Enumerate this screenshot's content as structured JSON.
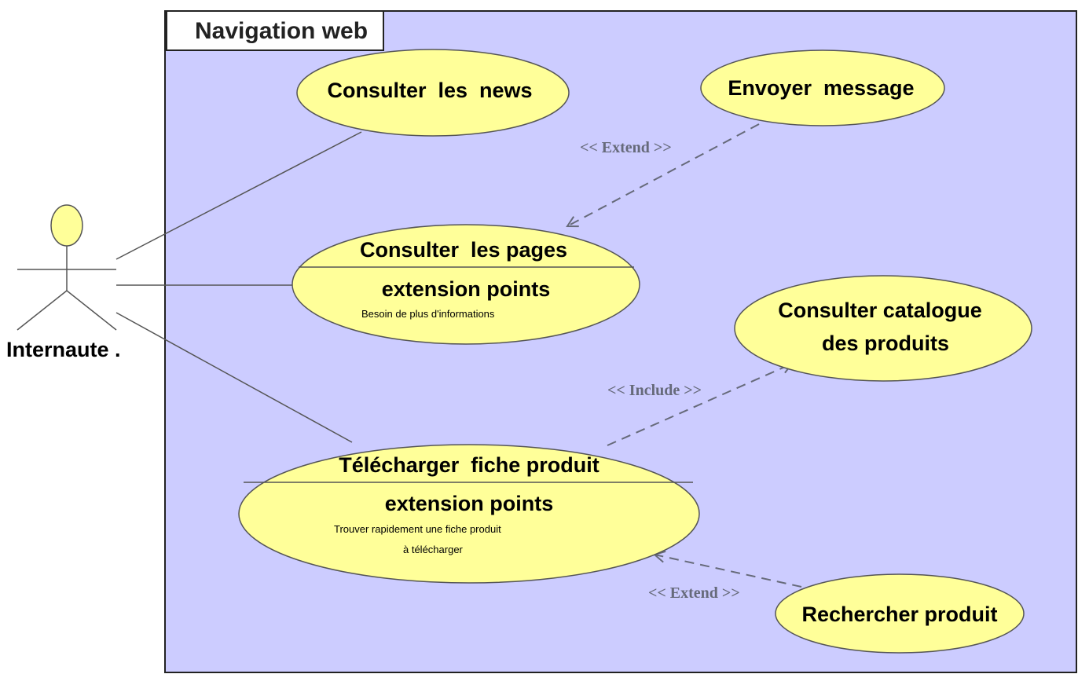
{
  "system": {
    "title": "Navigation web"
  },
  "actor": {
    "name": "Internaute ."
  },
  "use_cases": {
    "news": {
      "title": "Consulter  les  news"
    },
    "message": {
      "title": "Envoyer  message"
    },
    "pages": {
      "title": "Consulter  les pages",
      "ext_heading": "extension points",
      "ext_point": "Besoin de plus d'informations"
    },
    "catalogue": {
      "line1": "Consulter catalogue",
      "line2": "des produits"
    },
    "fiche": {
      "title": "Télécharger  fiche produit",
      "ext_heading": "extension points",
      "ext_line1": "Trouver rapidement une fiche produit",
      "ext_line2": "à télécharger"
    },
    "recherche": {
      "title": "Rechercher produit"
    }
  },
  "relations": {
    "extend_message": "<< Extend >>",
    "include_catalogue": "<< Include >>",
    "extend_recherche": "<< Extend >>"
  },
  "colors": {
    "system_fill": "#ccccff",
    "use_case_fill": "#ffff99",
    "actor_head_fill": "#ffff99",
    "line": "#555555",
    "dashed_line": "#666a7a"
  }
}
